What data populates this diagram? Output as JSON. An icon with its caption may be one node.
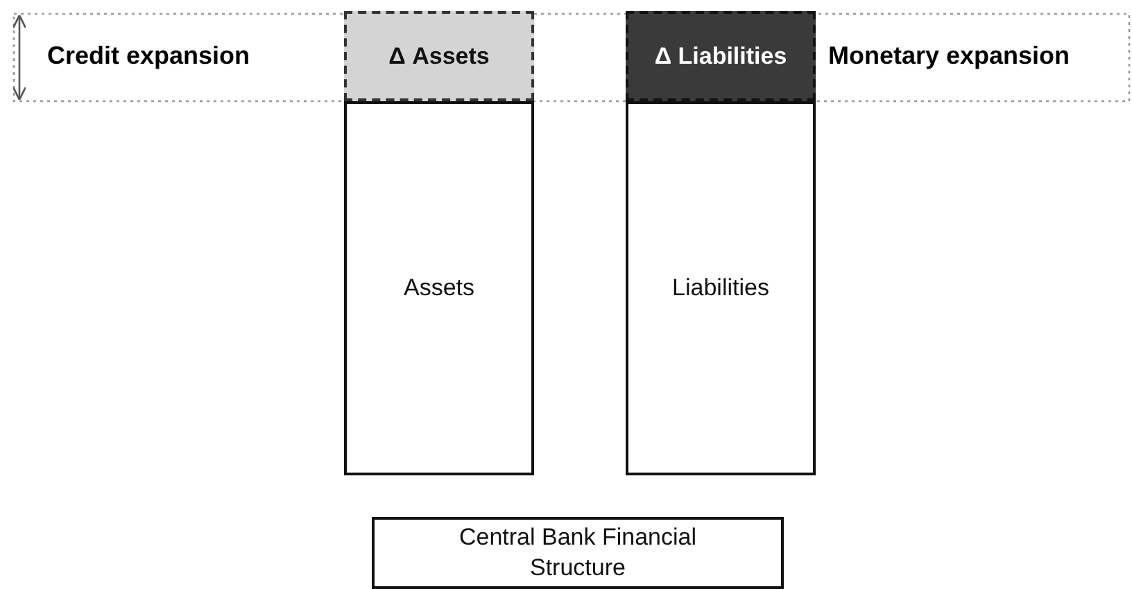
{
  "diagram": {
    "nodes": [
      {
        "text": [
          "Δ Assets"
        ]
      },
      {
        "text": [
          "Assets"
        ]
      },
      {
        "text": [
          "Δ Liabilities"
        ]
      },
      {
        "text": [
          "Liabilities"
        ]
      },
      {
        "text": [
          "Central Bank Financial Structure"
        ]
      }
    ],
    "labels": [
      "Credit expansion",
      "Monetary expansion"
    ]
  }
}
